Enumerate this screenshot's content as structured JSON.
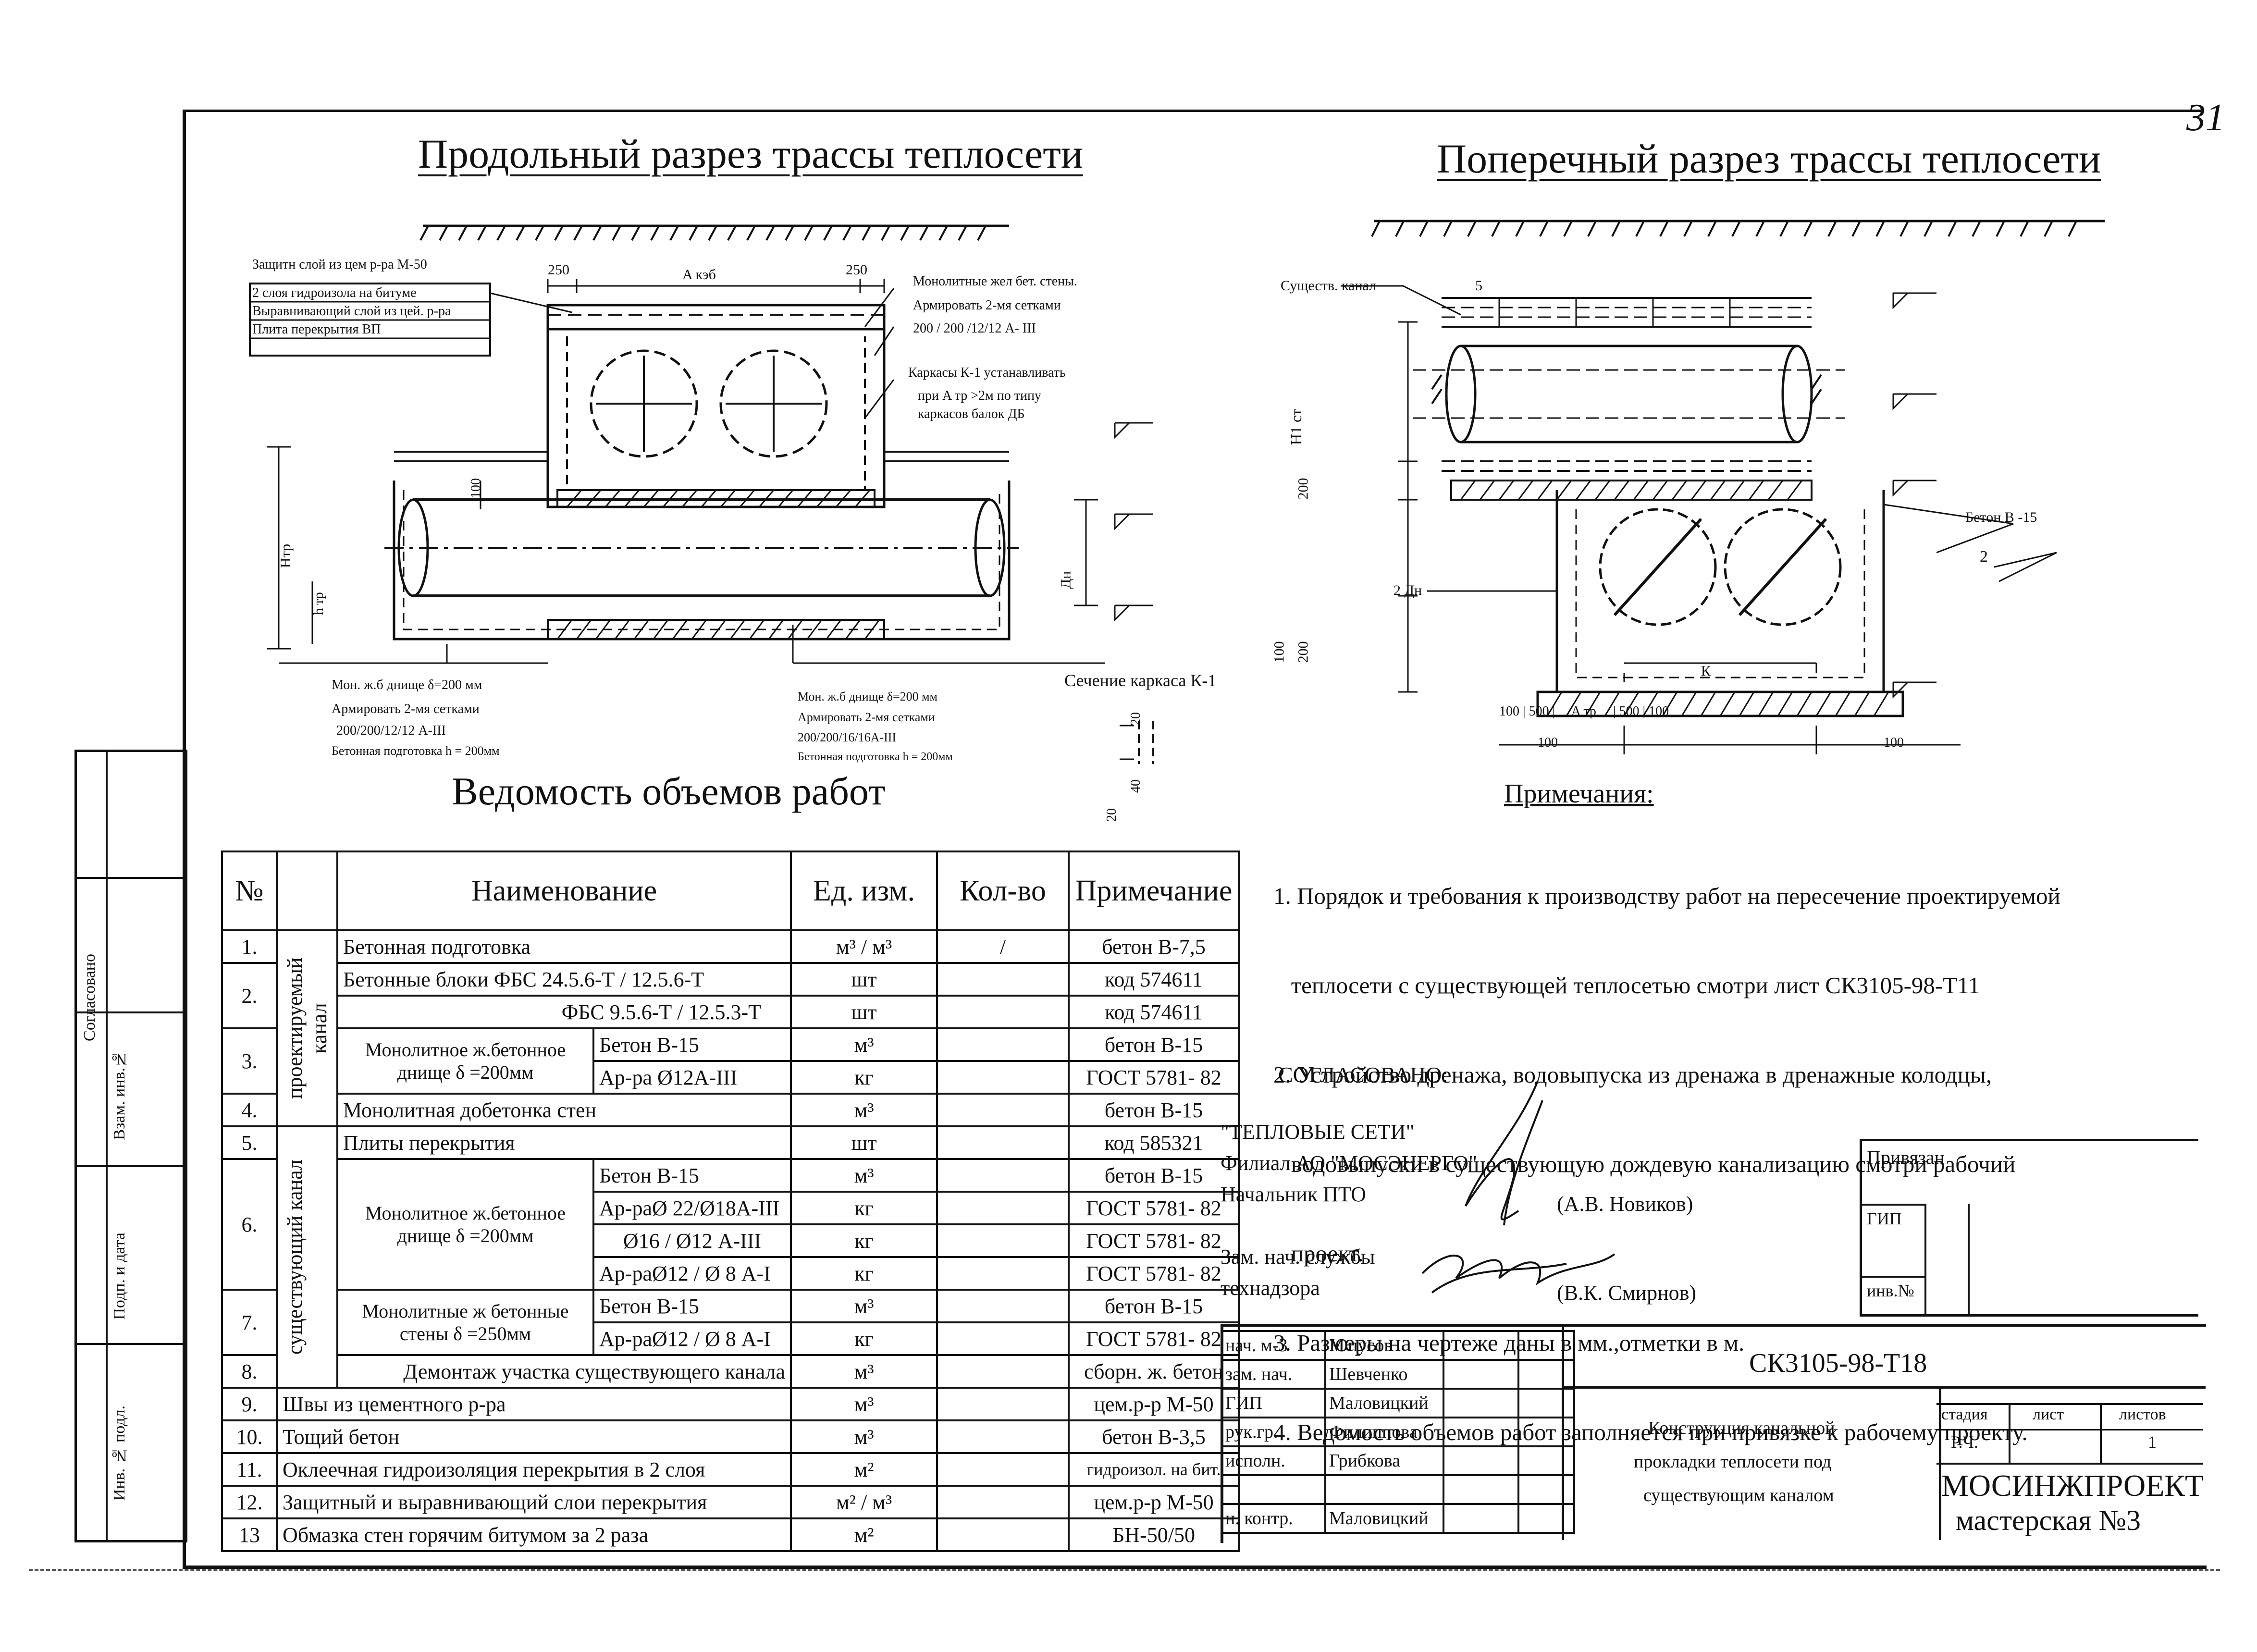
{
  "page_number": "31",
  "titles": {
    "longitudinal": "Продольный разрез трассы теплосети",
    "cross": "Поперечный разрез трассы теплосети",
    "works": "Ведомость объемов работ",
    "notes": "Примечания:"
  },
  "longitudinal_labels": {
    "layer1": "Защитн слой из цем р-ра М-50",
    "layer2": "2 слоя гидроизола на битуме",
    "layer3": "Выравнивающий слой из цей. р-ра",
    "layer4": "Плита перекрытия ВП",
    "dim_left": "250",
    "dim_span": "A кэб",
    "dim_right": "250",
    "monolith_walls": "Монолитные жел бет. стены.",
    "reinforce_walls": "Армировать 2-мя сетками",
    "mesh_walls": "200 / 200 /12/12 А- III",
    "frames1": "Каркасы К-1 устанавливать",
    "frames2": "при A тр >2м по типу",
    "frames3": "каркасов балок ДБ",
    "dim_100": "100",
    "h_tr": "Hтр",
    "h_tr2": "h тр",
    "dn": "Дн",
    "bottom_left1": "Мон. ж.б днище δ=200 мм",
    "bottom_left2": "Армировать 2-мя сетками",
    "bottom_left3": "200/200/12/12 А-III",
    "bottom_left4": "Бетонная подготовка h = 200мм",
    "bottom_right1": "Мон. ж.б днище δ=200 мм",
    "bottom_right2": "Армировать 2-мя сетками",
    "bottom_right3": "200/200/16/16А-III",
    "bottom_right4": "Бетонная подготовка h = 200мм",
    "section_title": "Сечение каркаса К-1",
    "sec_dim_20a": "20",
    "sec_dim_40": "40",
    "sec_dim_20b": "20"
  },
  "cross_labels": {
    "existing_channel": "Существ. канал",
    "dim_5": "5",
    "h1": "H1 ст",
    "dim_200a": "200",
    "dim_200b": "200",
    "dim_100": "100",
    "dn2": "2 Дн",
    "concrete": "Бетон В -15",
    "mark_2": "2",
    "dim_k": "К",
    "bottom_dims": "100 | 500 |     A тр     | 500 | 100",
    "bottom_100l": "100",
    "bottom_100r": "100"
  },
  "table": {
    "headers": {
      "no": "№",
      "name": "Наименование",
      "unit": "Ед. изм.",
      "qty": "Кол-во",
      "note": "Примечание"
    },
    "group1": "проектируемый канал",
    "group2": "существующий канал",
    "rows": [
      {
        "no": "1.",
        "name": "Бетонная подготовка",
        "sub": "",
        "unit": "м³ / м³",
        "qty": "/",
        "note": "бетон В-7,5"
      },
      {
        "no": "2.",
        "name": "Бетонные блоки ФБС 24.5.6-Т / 12.5.6-Т",
        "sub": "",
        "unit": "шт",
        "qty": "",
        "note": "код 574611"
      },
      {
        "no": "",
        "name": "ФБС  9.5.6-Т / 12.5.3-Т",
        "sub": "",
        "unit": "шт",
        "qty": "",
        "note": "код 574611"
      },
      {
        "no": "3.",
        "name": "Монолитное ж.бетонное днище δ =200мм",
        "sub": "Бетон  В-15",
        "unit": "м³",
        "qty": "",
        "note": "бетон В-15"
      },
      {
        "no": "",
        "name": "",
        "sub": "Ар-ра  Ø12А-III",
        "unit": "кг",
        "qty": "",
        "note": "ГОСТ 5781- 82"
      },
      {
        "no": "4.",
        "name": "Монолитная добетонка стен",
        "sub": "",
        "unit": "м³",
        "qty": "",
        "note": "бетон В-15"
      },
      {
        "no": "5.",
        "name": "Плиты перекрытия",
        "sub": "",
        "unit": "шт",
        "qty": "",
        "note": "код 585321"
      },
      {
        "no": "6.",
        "name": "Монолитное ж.бетонное днище δ =200мм",
        "sub": "Бетон  В-15",
        "unit": "м³",
        "qty": "",
        "note": "бетон В-15"
      },
      {
        "no": "",
        "name": "",
        "sub": "Ар-раØ 22/Ø18А-III",
        "unit": "кг",
        "qty": "",
        "note": "ГОСТ 5781- 82"
      },
      {
        "no": "",
        "name": "",
        "sub": "Ø16 / Ø12  А-III",
        "unit": "кг",
        "qty": "",
        "note": "ГОСТ 5781- 82"
      },
      {
        "no": "",
        "name": "",
        "sub": "Ар-раØ12 / Ø 8 А-I",
        "unit": "кг",
        "qty": "",
        "note": "ГОСТ 5781- 82"
      },
      {
        "no": "7.",
        "name": "Монолитные ж бетонные стены  δ =250мм",
        "sub": "Бетон  В-15",
        "unit": "м³",
        "qty": "",
        "note": "бетон В-15"
      },
      {
        "no": "",
        "name": "",
        "sub": "Ар-раØ12 / Ø 8 А-I",
        "unit": "кг",
        "qty": "",
        "note": "ГОСТ 5781- 82"
      },
      {
        "no": "8.",
        "name": "Демонтаж участка существующего канала",
        "sub": "",
        "unit": "м³",
        "qty": "",
        "note": "сборн. ж. бетон"
      },
      {
        "no": "9.",
        "name": "Швы из цементного р-ра",
        "sub": "",
        "unit": "м³",
        "qty": "",
        "note": "цем.р-р М-50"
      },
      {
        "no": "10.",
        "name": "Тощий бетон",
        "sub": "",
        "unit": "м³",
        "qty": "",
        "note": "бетон В-3,5"
      },
      {
        "no": "11.",
        "name": "Оклеечная гидроизоляция перекрытия в 2 слоя",
        "sub": "",
        "unit": "м²",
        "qty": "",
        "note": "гидроизол. на бит."
      },
      {
        "no": "12.",
        "name": "Защитный и выравнивающий слои перекрытия",
        "sub": "",
        "unit": "м² / м³",
        "qty": "",
        "note": "цем.р-р М-50"
      },
      {
        "no": "13",
        "name": "Обмазка стен горячим битумом за 2 раза",
        "sub": "",
        "unit": "м²",
        "qty": "",
        "note": "БН-50/50"
      }
    ]
  },
  "notes": [
    "1. Порядок и требования к производству работ на пересечение проектируемой",
    "   теплосети с существующей теплосетью смотри лист СК3105-98-Т11",
    "2. Устройство дренажа, водовыпуска из дренажа в дренажные колодцы,",
    "   водовыпуски в существующую дождевую канализацию смотри рабочий",
    "   проект.",
    "3. Размеры на чертеже даны в мм.,отметки в м.",
    "4. Ведомость объемов работ заполняется при привязке к рабочему проекту."
  ],
  "approval": {
    "agreed": "СОГЛАСОВАНО:",
    "org1": "\"ТЕПЛОВЫЕ СЕТИ\"",
    "org2": "Филиал АО \"МОСЭНЕРГО\"",
    "role1": "Начальник ПТО",
    "person1": "(А.В. Новиков)",
    "role2a": "Зам. нач. службы",
    "role2b": "технадзора",
    "person2": "(В.К. Смирнов)"
  },
  "binding_box": {
    "title": "Привязан",
    "row1": "ГИП",
    "row2": "инв.№"
  },
  "stamp": {
    "code": "СК3105-98-Т18",
    "roles": [
      {
        "role": "нач. м-3",
        "name": "Юпусов"
      },
      {
        "role": "зам. нач.",
        "name": "Шевченко"
      },
      {
        "role": "ГИП",
        "name": "Маловицкий"
      },
      {
        "role": "рук.гр.",
        "name": "Филиппова"
      },
      {
        "role": "исполн.",
        "name": "Грибкова"
      },
      {
        "role": "",
        "name": ""
      },
      {
        "role": "н. контр.",
        "name": "Маловицкий"
      }
    ],
    "desc1": "Конструкция канальной",
    "desc2": "прокладки теплосети под",
    "desc3": "существующим каналом",
    "stage_h": "стадия",
    "sheet_h": "лист",
    "sheets_h": "листов",
    "stage": "Р.Ч.",
    "sheet": "",
    "sheets": "1",
    "org": "МОСИНЖПРОЕКТ",
    "workshop": "мастерская №3"
  },
  "side_block": {
    "l1": "Согласовано",
    "l2": "Взам. инв.№",
    "l3": "Подп. и дата",
    "l4": "Инв. № подл."
  }
}
